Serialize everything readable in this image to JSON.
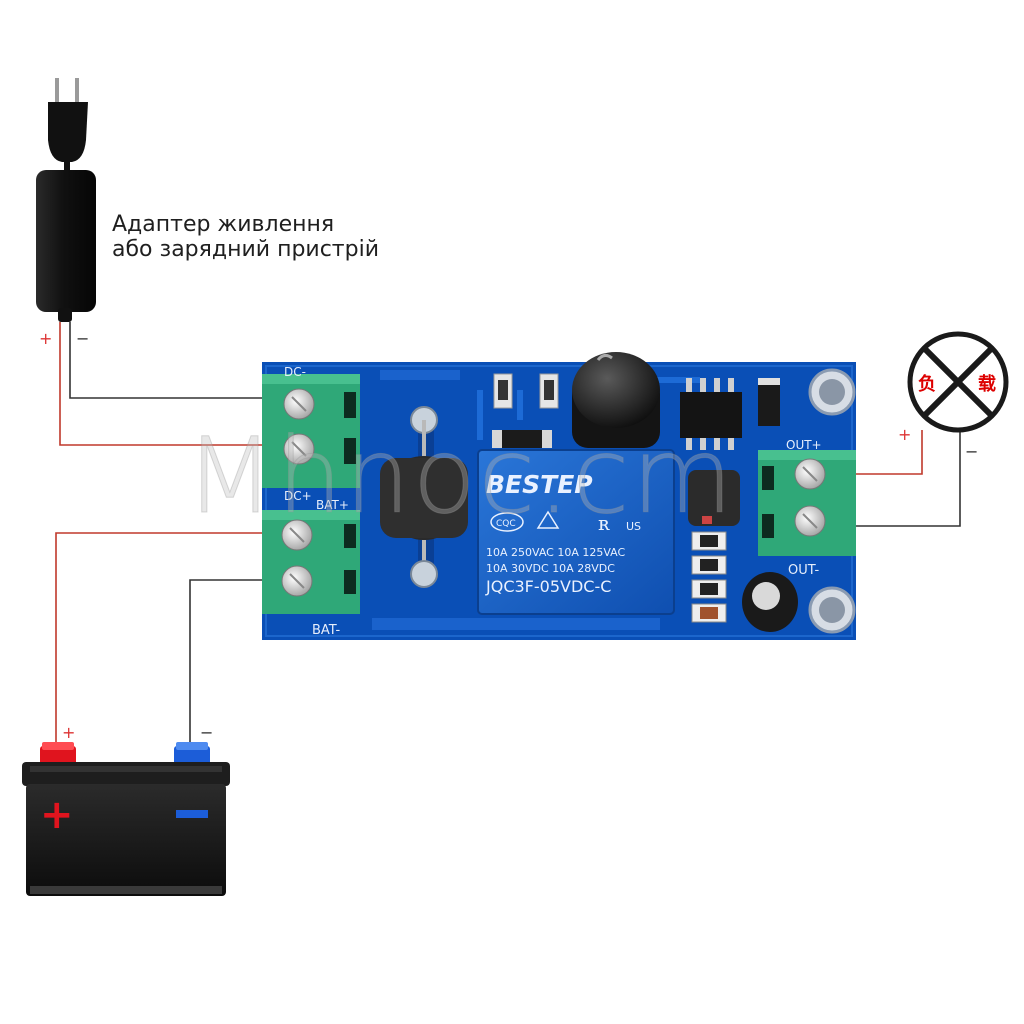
{
  "adapter": {
    "label_line1": "Адаптер живлення",
    "label_line2": "або зарядний пристрій",
    "plus": "+",
    "minus": "−"
  },
  "board": {
    "relay_brand": "BESTEP",
    "relay_cert_cqc": "CQC",
    "relay_cert_ul": "US",
    "relay_spec_line1": "10A 250VAC 10A 125VAC",
    "relay_spec_line2": "10A  30VDC 10A  28VDC",
    "relay_model": "JQC3F-05VDC-C",
    "terminal_dc_minus": "DC-",
    "terminal_dc_plus": "DC+",
    "terminal_bat_plus": "BAT+",
    "terminal_bat_minus": "BAT-",
    "terminal_out_plus": "OUT+",
    "terminal_out_minus": "OUT-"
  },
  "load": {
    "symbol_left": "负",
    "symbol_right": "载",
    "plus": "+",
    "minus": "−"
  },
  "battery": {
    "plus": "+",
    "minus": "−"
  },
  "watermark": "Mhnoc.cm",
  "colors": {
    "board_blue": "#0a4fb6",
    "relay_blue": "#1560c8",
    "terminal_green": "#2fa878",
    "wire_red": "#c0392b",
    "wire_black": "#222222",
    "battery_red": "#e0141e",
    "battery_blue": "#1c5dd8"
  }
}
